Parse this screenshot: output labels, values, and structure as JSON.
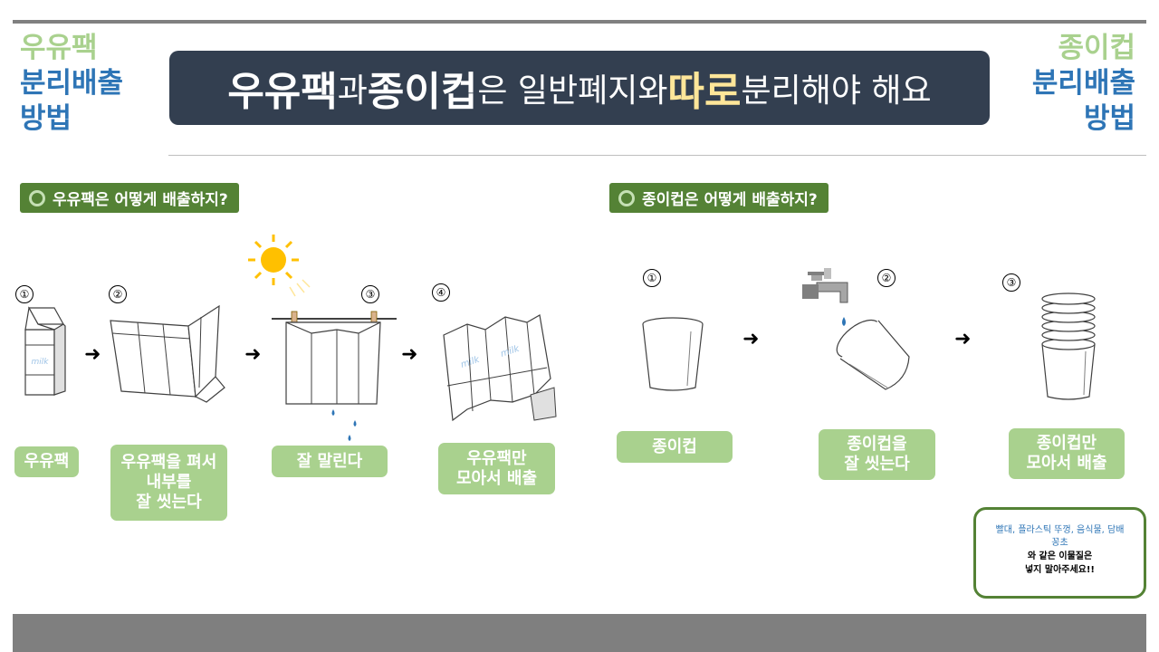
{
  "header": {
    "left_title": {
      "line1": "우유팩",
      "line2": "분리배출",
      "line3": "방법"
    },
    "right_title": {
      "line1": "종이컵",
      "line2": "분리배출",
      "line3": "방법"
    },
    "banner": {
      "part1": "우유팩",
      "part2": "과 ",
      "part3": "종이컵",
      "part4": "은 일반폐지와 ",
      "part5": "따로",
      "part6": " 분리해야 해요"
    }
  },
  "milk": {
    "section_title": "우유팩은 어떻게 배출하지?",
    "steps": [
      {
        "num": "①",
        "label": "우유팩",
        "carton_text": "milk"
      },
      {
        "num": "②",
        "label": "우유팩을 펴서\n내부를\n잘 씻는다"
      },
      {
        "num": "③",
        "label": "잘 말린다"
      },
      {
        "num": "④",
        "label": "우유팩만\n모아서 배출",
        "carton_text": "milk"
      }
    ]
  },
  "cup": {
    "section_title": "종이컵은 어떻게 배출하지?",
    "steps": [
      {
        "num": "①",
        "label": "종이컵"
      },
      {
        "num": "②",
        "label": "종이컵을\n잘 씻는다"
      },
      {
        "num": "③",
        "label": "종이컵만\n모아서 배출"
      }
    ],
    "note": {
      "line1": "빨대, 플라스틱 뚜껑, 음식물, 담배",
      "line2": "꽁초",
      "line3": "와 같은 이물질은",
      "line4": "넣지 말아주세요!!"
    }
  },
  "icons": {
    "arrow": "right-arrow-icon",
    "sun": "sun-icon",
    "faucet": "faucet-icon",
    "water_drop": "water-drop-icon",
    "clothespin": "clothespin-icon"
  },
  "colors": {
    "banner_bg": "#333f50",
    "highlight": "#ffe699",
    "green_label": "#a9d18e",
    "section_green": "#548235",
    "blue_title": "#2e75b6"
  }
}
